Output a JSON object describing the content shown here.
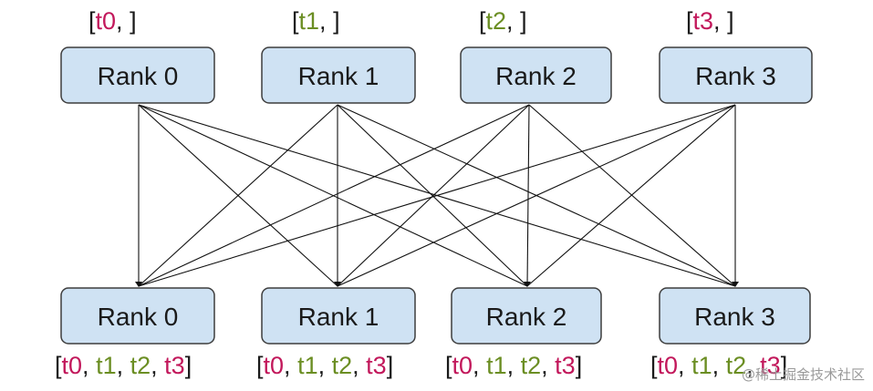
{
  "top_ranks": [
    {
      "label": "Rank 0",
      "tensors": [
        "t0"
      ],
      "trailing_comma": true
    },
    {
      "label": "Rank 1",
      "tensors": [
        "t1"
      ],
      "trailing_comma": true
    },
    {
      "label": "Rank 2",
      "tensors": [
        "t2"
      ],
      "trailing_comma": true
    },
    {
      "label": "Rank 3",
      "tensors": [
        "t3"
      ],
      "trailing_comma": true
    }
  ],
  "bottom_ranks": [
    {
      "label": "Rank 0",
      "tensors": [
        "t0",
        "t1",
        "t2",
        "t3"
      ]
    },
    {
      "label": "Rank 1",
      "tensors": [
        "t0",
        "t1",
        "t2",
        "t3"
      ]
    },
    {
      "label": "Rank 2",
      "tensors": [
        "t0",
        "t1",
        "t2",
        "t3"
      ]
    },
    {
      "label": "Rank 3",
      "tensors": [
        "t0",
        "t1",
        "t2",
        "t3"
      ]
    }
  ],
  "edges": "all-to-all",
  "tensor_colors": {
    "t0": "#c2185b",
    "t1": "#6b8e23",
    "t2": "#6b8e23",
    "t3": "#c2185b"
  },
  "colors": {
    "box_fill": "#cfe2f3",
    "box_stroke": "#3d3d3d",
    "edge": "#111111"
  },
  "watermark": "@稀土掘金技术社区"
}
